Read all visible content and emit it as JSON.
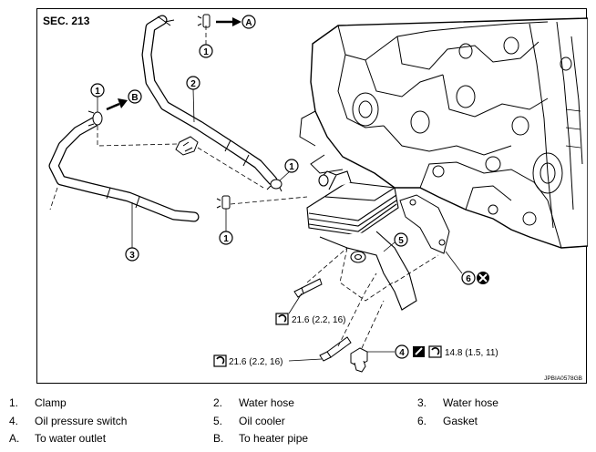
{
  "diagram": {
    "section_label": "SEC. 213",
    "figure_code": "JPBIA0578GB",
    "callouts": {
      "c1a": "1",
      "c1b": "1",
      "c1c": "1",
      "c1d": "1",
      "c2": "2",
      "c3": "3",
      "c4": "4",
      "c5": "5",
      "c6": "6",
      "cA": "A",
      "cB": "B"
    },
    "torques": {
      "bolt_upper": "21.6 (2.2, 16)",
      "bolt_lower": "21.6 (2.2, 16)",
      "switch": "14.8 (1.5, 11)"
    }
  },
  "legend": [
    {
      "num": "1.",
      "text": "Clamp"
    },
    {
      "num": "2.",
      "text": "Water hose"
    },
    {
      "num": "3.",
      "text": "Water hose"
    },
    {
      "num": "4.",
      "text": "Oil pressure switch"
    },
    {
      "num": "5.",
      "text": "Oil cooler"
    },
    {
      "num": "6.",
      "text": "Gasket"
    },
    {
      "num": "A.",
      "text": "To water outlet"
    },
    {
      "num": "B.",
      "text": "To heater pipe"
    }
  ]
}
